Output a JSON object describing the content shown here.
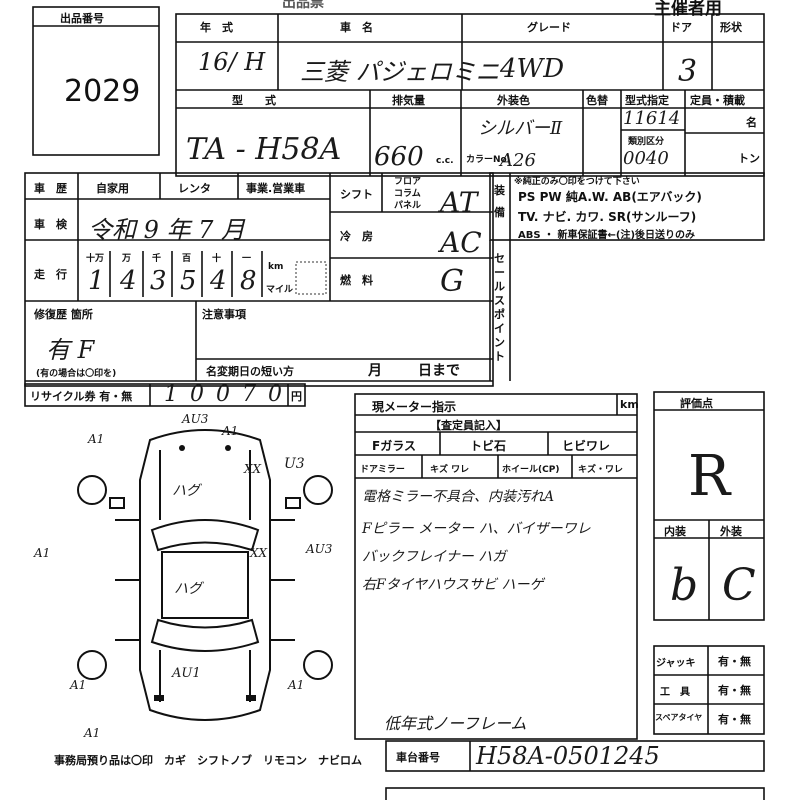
{
  "header": {
    "cut_title": "出品票",
    "organizer_label": "主催者用"
  },
  "lot": {
    "label": "出品番号",
    "number": "2029"
  },
  "table1": {
    "year_label": "年　式",
    "name_label": "車　名",
    "grade_label": "グレード",
    "doors_label": "ドア",
    "body_label": "形状",
    "year_value": "16/ H",
    "name_value": "三菱 パジェロミニ",
    "grade_value": "4WD",
    "doors_value": "3",
    "model_label": "型　　式",
    "disp_label": "排気量",
    "color_label": "外装色",
    "color_no_label": "色替",
    "type_label": "型式指定",
    "capacity_label": "定員・積載",
    "model_value": "TA - H58A",
    "disp_value": "660",
    "disp_unit": "c.c.",
    "color_value": "シルバーⅡ",
    "color_code_label": "カラーNo.",
    "color_code_value": "A26",
    "type_value": "11614",
    "class_label": "類別区分",
    "class_value": "0040",
    "persons_unit": "名",
    "tons_unit": "トン"
  },
  "table2": {
    "history_label": "車　歴",
    "own_use": "自家用",
    "rental": "レンタ",
    "business": "事業.営業車",
    "inspection_label": "車　検",
    "inspection_value": "令和 9 年 7 月",
    "mileage_label": "走　行",
    "digit_labels": [
      "十万",
      "万",
      "千",
      "百",
      "十",
      "一"
    ],
    "mileage_digits": [
      "1",
      "4",
      "3",
      "5",
      "4",
      "8"
    ],
    "km_label": "km",
    "mile_label": "マイル",
    "shift_label": "シフト",
    "shift_options": [
      "フロア",
      "コラム",
      "パネル"
    ],
    "shift_value": "AT",
    "ac_label": "冷　房",
    "ac_value": "AC",
    "fuel_label": "燃　料",
    "fuel_value": "G",
    "equip_label": "装備",
    "equip_note": "※純正のみ〇印をつけて下さい",
    "equip_row1": "PS  PW  純A.W.  AB(エアバック)",
    "equip_row2": "TV. ナビ. カワ. SR(サンルーフ)",
    "equip_row3": "ABS ・ 新車保証書←(注)後日送りのみ",
    "sales_point_label": "セールスポイント",
    "repair_label": "修復歴 箇所",
    "repair_value": "有 F",
    "repair_note": "(有の場合は〇印を)",
    "notes_label": "注意事項",
    "transfer_label": "名変期日の短い方",
    "month_label": "月",
    "day_label": "日まで",
    "recycle_label": "リサイクル券 有・無",
    "recycle_value": "10070",
    "yen_label": "円"
  },
  "diagram": {
    "marks": [
      "A1",
      "AU3",
      "A1",
      "XX",
      "U3",
      "A1",
      "XX",
      "AU3",
      "A1",
      "A1",
      "AU1",
      "A1"
    ],
    "roof_mark": "ハグ",
    "hood_mark": "ハグ",
    "office_items": "事務局預り品は〇印　カギ　シフトノブ　リモコン　ナビロム"
  },
  "inspector": {
    "meter_label": "現メーター指示",
    "km_label": "km",
    "section_title": "【査定員記入】",
    "glass_label": "Fガラス",
    "glass_options": "トビ石",
    "crack_label": "ヒビワレ",
    "mirror_label": "ドアミラー",
    "mirror_options": "キズ ワレ",
    "wheel_label": "ホイール(CP)",
    "wheel_options": "キズ・ワレ",
    "notes": [
      "電格ミラー不具合、内装汚れA",
      "Fピラー メーター ハ、バイザーワレ",
      "バックフレイナー ハガ",
      "右Fタイヤハウスサビ ハーゲ"
    ],
    "bottom_note": "低年式ノーフレーム"
  },
  "rating": {
    "score_label": "評価点",
    "score_value": "R",
    "interior_label": "内装",
    "exterior_label": "外装",
    "interior_value": "b",
    "exterior_value": "C"
  },
  "tools": {
    "jack_label": "ジャッキ",
    "tools_label": "工　具",
    "spare_label": "スペアタイヤ",
    "option": "有・無"
  },
  "chassis": {
    "label": "車台番号",
    "value": "H58A-0501245"
  }
}
